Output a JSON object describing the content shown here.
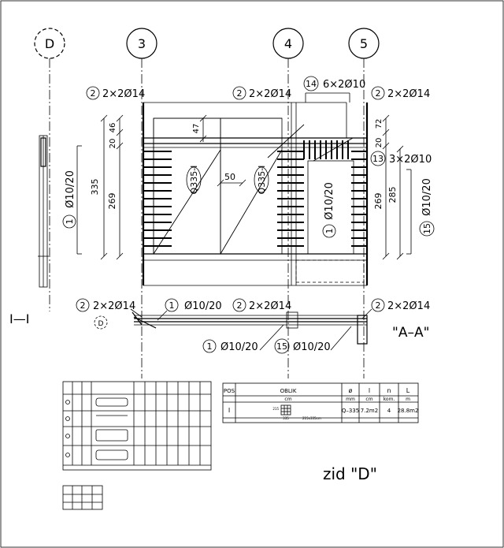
{
  "drawing": {
    "axes": [
      "D",
      "3",
      "4",
      "5"
    ],
    "section_mark_left": "I—I",
    "section_title": "\"A–A\"",
    "sheet_title": "zid \"D\"",
    "small_marker": "D"
  },
  "elevation": {
    "callouts": [
      {
        "num": "2",
        "text": "2×2Ø14"
      },
      {
        "num": "2",
        "text": "2×2Ø14"
      },
      {
        "num": "14",
        "text": "6×2Ø10"
      },
      {
        "num": "2",
        "text": "2×2Ø14"
      },
      {
        "num": "13",
        "text": "3×2Ø10"
      }
    ],
    "vertical_bars": [
      {
        "num": "1",
        "text": "Ø10/20"
      },
      {
        "num": "1",
        "text": "Ø10/20"
      },
      {
        "num": "15",
        "text": "Ø10/20"
      }
    ],
    "dims": {
      "left_total": "335",
      "left_top_a": "20",
      "left_top_b": "46",
      "left_lower": "269",
      "top_47": "47",
      "span_50": "50",
      "right_top_a": "20",
      "right_top_b": "72",
      "right_lower": "269",
      "right_total": "285"
    },
    "mesh_labels": [
      "Q335-I",
      "Q335-I"
    ]
  },
  "plan_section": {
    "callouts_top": [
      {
        "num": "2",
        "text": "2×2Ø14"
      },
      {
        "num": "1",
        "text": "Ø10/20"
      },
      {
        "num": "2",
        "text": "2×2Ø14"
      },
      {
        "num": "2",
        "text": "2×2Ø14"
      }
    ],
    "callouts_bottom": [
      {
        "num": "1",
        "text": "Ø10/20"
      },
      {
        "num": "15",
        "text": "Ø10/20"
      }
    ]
  },
  "mesh_table": {
    "headers": [
      "POS",
      "OBLIK",
      "ø",
      "l",
      "n",
      "L"
    ],
    "units": [
      "",
      "cm",
      "mm",
      "cm",
      "kom.",
      "m"
    ],
    "row": {
      "pos": "I",
      "dim_a": "215",
      "dim_b": "335",
      "size": "215x335cm",
      "diameter": "Q–335",
      "length": "7.2m2",
      "count": "4",
      "total": "28.8m2"
    }
  }
}
